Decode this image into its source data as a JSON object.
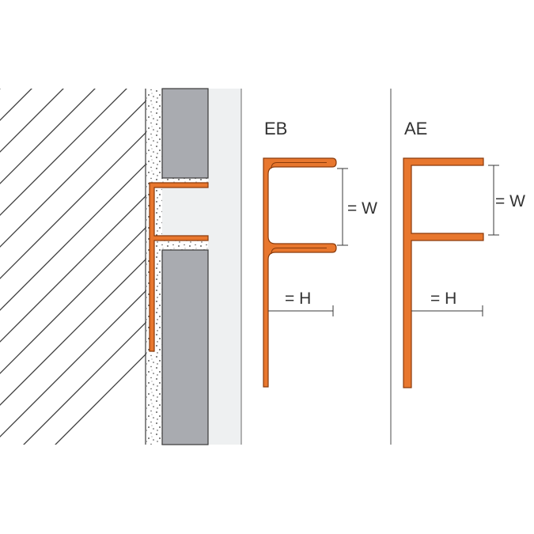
{
  "colors": {
    "profile": "#e8772e",
    "profile_edge": "#8a3b0c",
    "tile": "#a9abb0",
    "grout": "#eef0f1",
    "line": "#3a3a3a"
  },
  "profiles": [
    {
      "label": "EB",
      "width_label": "= W",
      "height_label": "= H"
    },
    {
      "label": "AE",
      "width_label": "= W",
      "height_label": "= H"
    }
  ]
}
